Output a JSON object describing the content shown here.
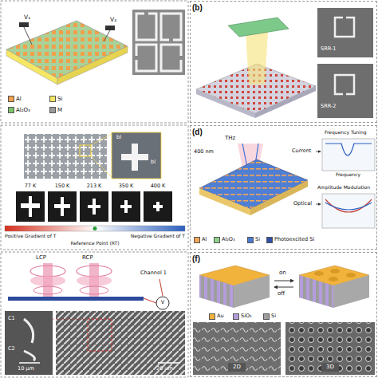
{
  "diagram": {
    "nodes": [
      {
        "text": [
          "(b)"
        ]
      },
      {
        "text": [
          "(d)"
        ]
      },
      {
        "text": [
          "(f)"
        ]
      }
    ],
    "labels": [
      "V₁",
      "V₂",
      "SRR-1",
      "SRR-2",
      "bl",
      "bl",
      "77 K",
      "150 K",
      "213 K",
      "350 K",
      "400 K",
      "Positive Gradient of T",
      "Reference Point (RT)",
      "Negative Gradient of T",
      "THz",
      "400 nm",
      "Current",
      "Frequency Tuning",
      "Frequency",
      "Optical",
      "Amplitude Modulation",
      "LCP",
      "RCP",
      "Channel 1",
      "V",
      "C1",
      "C2",
      "10 μm",
      "20 μm",
      "on",
      "off",
      "2D",
      "3D"
    ],
    "legend": [
      {
        "text": "Al",
        "color": "#f0a04b"
      },
      {
        "text": "Al₂O₃",
        "color": "#7cc26b"
      },
      {
        "text": "Si",
        "color": "#f5e663"
      },
      {
        "text": "M",
        "color": "#9a9a9a"
      },
      {
        "text": "Al",
        "color": "#f2a65a"
      },
      {
        "text": "Al₂O₃",
        "color": "#8fd18a"
      },
      {
        "text": "Si",
        "color": "#4a7bd0"
      },
      {
        "text": "Photoexcited Si",
        "color": "#2f4fa8"
      },
      {
        "text": "Au",
        "color": "#f2b33d"
      },
      {
        "text": "SiO₂",
        "color": "#b39ddb"
      },
      {
        "text": "Si",
        "color": "#9e9e9e"
      }
    ]
  }
}
